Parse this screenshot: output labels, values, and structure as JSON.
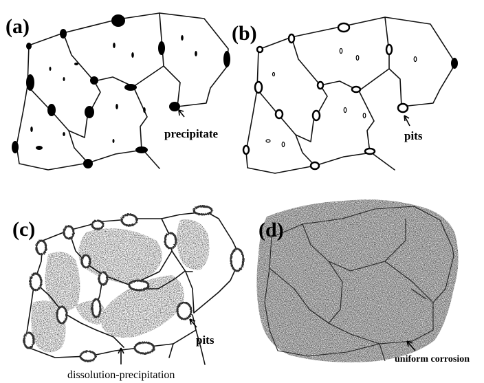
{
  "panels": {
    "a": {
      "label": "(a)",
      "annotation": "precipitate"
    },
    "b": {
      "label": "(b)",
      "annotation": "pits"
    },
    "c": {
      "label": "(c)",
      "annotation": "pits",
      "annotation_bottom": "dissolution-precipitation"
    },
    "d": {
      "label": "(d)",
      "annotation": "uniform corrosion"
    }
  }
}
